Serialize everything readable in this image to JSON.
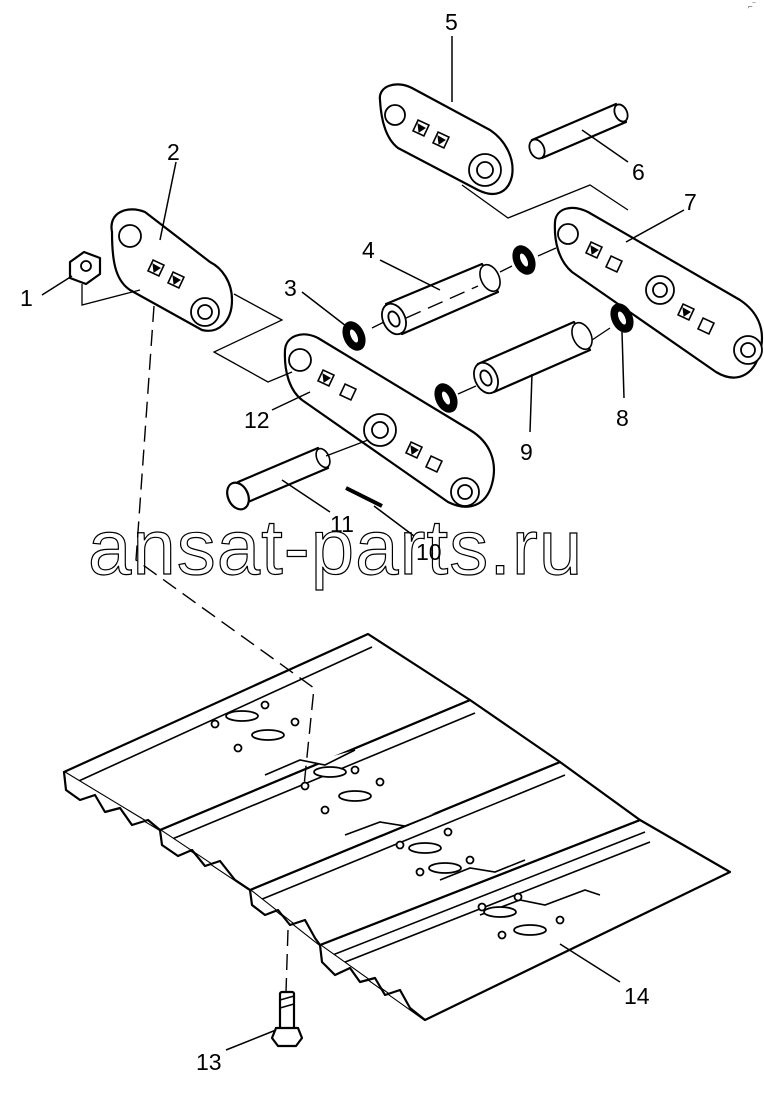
{
  "watermark": "ansat-parts.ru",
  "callouts": {
    "c1": "1",
    "c2": "2",
    "c3": "3",
    "c4": "4",
    "c5": "5",
    "c6": "6",
    "c7": "7",
    "c8": "8",
    "c9": "9",
    "c10": "10",
    "c11": "11",
    "c12": "12",
    "c13": "13",
    "c14": "14"
  },
  "colors": {
    "ink": "#000000",
    "background": "#ffffff"
  }
}
